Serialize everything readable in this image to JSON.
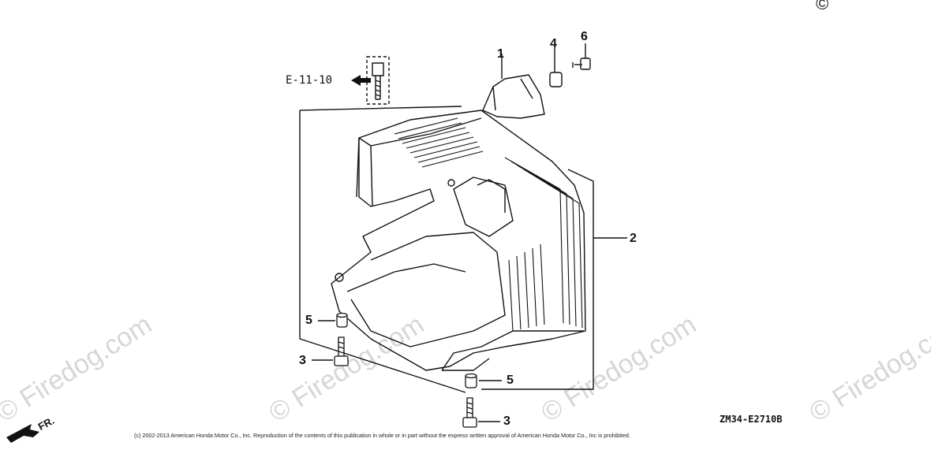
{
  "watermarks": [
    {
      "text": "© Firedog.com"
    },
    {
      "text": "© Firedog.com"
    },
    {
      "text": "© Firedog.com"
    },
    {
      "text": "© Firedog.com"
    }
  ],
  "corner_mark": "©",
  "callouts": [
    "1",
    "2",
    "3",
    "4",
    "5",
    "6",
    "5",
    "3"
  ],
  "reference_label": "E-11-10",
  "diagram_code": "ZM34-E2710B",
  "direction_label": "FR.",
  "copyright": "(c) 2002-2013 American Honda Motor Co., Inc. Reproduction of the contents of this publication in whole or in part without the express written approval of American Honda Motor Co., Inc is prohibited."
}
